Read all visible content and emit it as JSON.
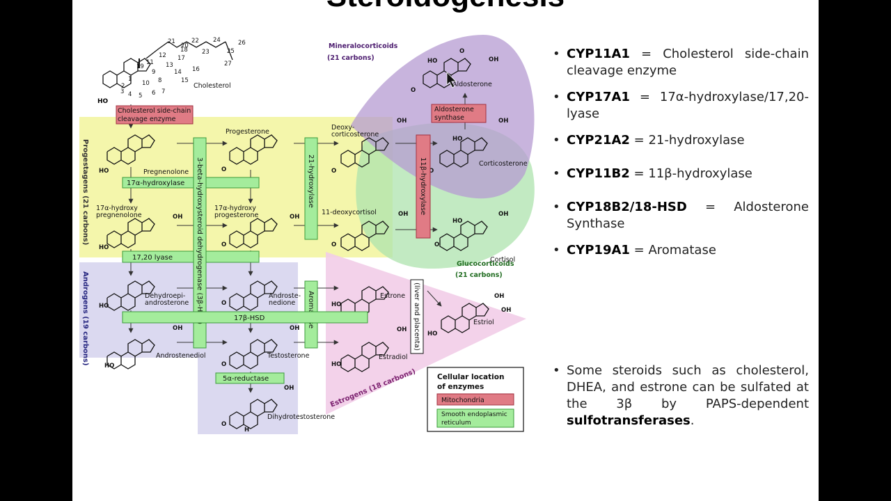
{
  "slide": {
    "title": "Steroidogenesis"
  },
  "groups": {
    "mineralocorticoids": "Mineralocorticoids",
    "mineralocorticoids_carbons": "(21 carbons)",
    "glucocorticoids": "Glucocorticoids",
    "glucocorticoids_carbons": "(21 carbons)",
    "progestagens": "Progestagens (21 carbons)",
    "androgens": "Androgens (19 carbons)",
    "estrogens": "Estrogens (18 carbons)"
  },
  "molecules": {
    "cholesterol": "Cholesterol",
    "pregnenolone": "Pregnenolone",
    "progesterone": "Progesterone",
    "deoxycorticosterone_1": "Deoxy-",
    "deoxycorticosterone_2": "corticosterone",
    "corticosterone": "Corticosterone",
    "aldosterone": "Aldosterone",
    "hydroxypregnenolone_1": "17α-hydroxy",
    "hydroxypregnenolone_2": "pregnenolone",
    "hydroxyprogesterone_1": "17α-hydroxy",
    "hydroxyprogesterone_2": "progesterone",
    "deoxycortisol": "11-deoxycortisol",
    "cortisol": "Cortisol",
    "dhea_1": "Dehydroepi-",
    "dhea_2": "androsterone",
    "androstenedione_1": "Androste-",
    "androstenedione_2": "nedione",
    "estrone": "Estrone",
    "estriol": "Estriol",
    "androstenediol": "Androstenediol",
    "testosterone": "Testosterone",
    "estradiol": "Estradiol",
    "dihydrotestosterone": "Dihydrotestosterone"
  },
  "enzymes_diagram": {
    "scc_1": "Cholesterol side-chain",
    "scc_2": "cleavage enzyme",
    "hydroxylase17": "17α-hydroxylase",
    "lyase": "17,20 lyase",
    "hsd3b": "3-beta-hydroxysteroid dehydrogenase (3β-HSD)",
    "hydroxylase21": "21-hydroxylase",
    "hydroxylase11b": "11β-hydroxylase",
    "aldo_synthase_1": "Aldosterone",
    "aldo_synthase_2": "synthase",
    "aromatase": "Aromatase",
    "hsd17b": "17β-HSD",
    "liver": "(liver and placenta)",
    "reductase5a": "5α-reductase"
  },
  "carbon_numbers": [
    "1",
    "2",
    "3",
    "4",
    "5",
    "6",
    "7",
    "8",
    "9",
    "10",
    "11",
    "12",
    "13",
    "14",
    "15",
    "16",
    "17",
    "18",
    "19",
    "20",
    "21",
    "22",
    "23",
    "24",
    "25",
    "26",
    "27"
  ],
  "atom_labels": {
    "ho": "HO",
    "o": "O",
    "oh": "OH",
    "h": "H"
  },
  "legend": {
    "title_1": "Cellular location",
    "title_2": "of enzymes",
    "mito": "Mitochondria",
    "ser_1": "Smooth endoplasmic",
    "ser_2": "reticulum",
    "colors": {
      "mito": "#e07b85",
      "ser": "#a4ec9c"
    }
  },
  "enzyme_list": [
    {
      "code": "CYP11A1",
      "desc": " = Cholesterol side-chain cleavage enzyme"
    },
    {
      "code": "CYP17A1",
      "desc": " = 17α-hydroxylase/17,20-lyase"
    },
    {
      "code": "CYP21A2",
      "desc": " = 21-hydroxylase"
    },
    {
      "code": "CYP11B2",
      "desc": " = 11β-hydroxylase"
    },
    {
      "code": "CYP18B2/18-HSD",
      "desc": " = Aldosterone Synthase"
    },
    {
      "code": "CYP19A1",
      "desc": " = Aromatase"
    }
  ],
  "note": {
    "text": "Some steroids such as cholesterol, DHEA, and estrone can be sulfated at the 3β by PAPS-dependent ",
    "bold": "sulfotransferases",
    "end": "."
  },
  "colors": {
    "progestagen_zone": "#f3f5a6",
    "androgen_zone": "#d9d7ef",
    "estrogen_zone": "#f2cde8",
    "mineralocorticoid_zone": "#b59bd2",
    "glucocorticoid_zone": "#aee3ad",
    "enzyme_green": "#a4ec9c",
    "enzyme_red": "#e07b85"
  }
}
